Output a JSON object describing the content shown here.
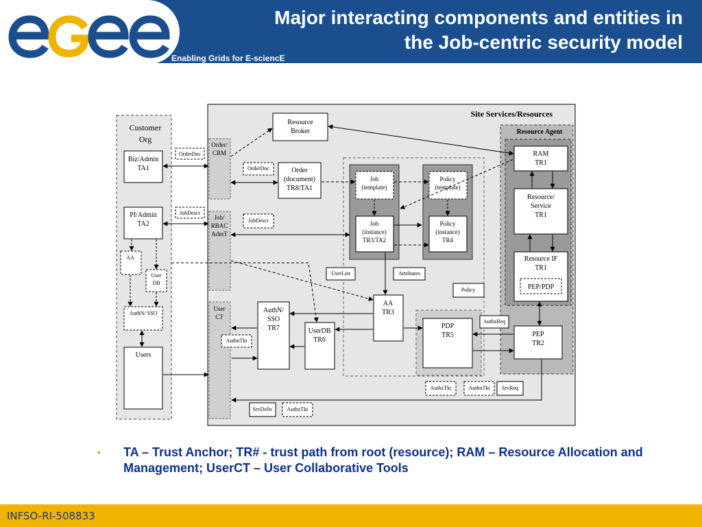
{
  "header": {
    "logo_text": "egee",
    "title_line1": "Major interacting components and entities in",
    "title_line2": "the Job-centric security model",
    "tagline": "Enabling Grids for E-sciencE"
  },
  "diagram": {
    "site_title": "Site Services/Resources",
    "resource_agent_title": "Resource Agent",
    "customer_org_line1": "Customer",
    "customer_org_line2": "Org",
    "biz_admin_line1": "Biz/Admin",
    "biz_admin_line2": "TA1",
    "pi_admin_line1": "PI/Admin",
    "pi_admin_line2": "TA2",
    "aa_small": "AA",
    "user_db_small_line1": "User",
    "user_db_small_line2": "DB",
    "authn_sso_small": "AuthN/ SSO",
    "users": "Users",
    "order_crm_line1": "Order/",
    "order_crm_line2": "CRM",
    "job_rbac_line1": "Job/",
    "job_rbac_line2": "RBAC",
    "job_rbac_line3": "AdmT",
    "user_ct_line1": "User",
    "user_ct_line2": "CT",
    "resource_broker_line1": "Resource",
    "resource_broker_line2": "Broker",
    "order_doc_line1": "Order",
    "order_doc_line2": "(document)",
    "order_doc_line3": "TR8/TA1",
    "job_template_line1": "Job",
    "job_template_line2": "(template)",
    "policy_template_line1": "Policy",
    "policy_template_line2": "(template)",
    "job_instance_line1": "Job",
    "job_instance_line2": "(instance)",
    "job_instance_line3": "TR3/TA2",
    "policy_instance_line1": "Policy",
    "policy_instance_line2": "(instance)",
    "policy_instance_line3": "TR4",
    "authn_sso_line1": "AuthN/",
    "authn_sso_line2": "SSO",
    "authn_sso_line3": "TR7",
    "userdb_line1": "UserDB",
    "userdb_line2": "TR6",
    "aa_line1": "AA",
    "aa_line2": "TR3",
    "pdp_line1": "PDP",
    "pdp_line2": "TR5",
    "pep_line1": "PEP",
    "pep_line2": "TR2",
    "ram_line1": "RAM",
    "ram_line2": "TR1",
    "resource_service_line1": "Resource/",
    "resource_service_line2": "Service",
    "resource_service_line3": "TR1",
    "resource_if_line1": "Resource IF",
    "resource_if_line2": "TR1",
    "pep_pdp": "PEP/PDP",
    "lbl_orderdoc_left": "OrderDoc",
    "lbl_orderdoc_mid": "OrderDoc",
    "lbl_jobdescr_left": "JobDescr",
    "lbl_jobdescr_mid": "JobDescr",
    "lbl_userlist": "UserList",
    "lbl_attributes": "Attributes",
    "lbl_policy": "Policy",
    "lbl_authzreq": "AuthzReq",
    "lbl_authntkt_left": "AuthnTkt",
    "lbl_authztkt_bottom": "AuthzTkt",
    "lbl_authntkt_bottom": "AuthnTkt",
    "lbl_srvreq": "SrvReq",
    "lbl_srvdeliv": "SrvDeliv",
    "lbl_authztkt_lower": "AuthzTkt"
  },
  "bullet": {
    "symbol": "•",
    "text": "TA – Trust Anchor; TR# - trust path from root (resource); RAM – Resource Allocation and Management; UserCT – User Collaborative Tools"
  },
  "footer": {
    "text": "INFSO-RI-508833"
  },
  "colors": {
    "header_blue": "#1a4e8e",
    "footer_yellow": "#f0b400",
    "bullet_text": "#0b2f8e",
    "logo_blue": "#1a4e8e",
    "logo_yellow": "#f0b400"
  }
}
